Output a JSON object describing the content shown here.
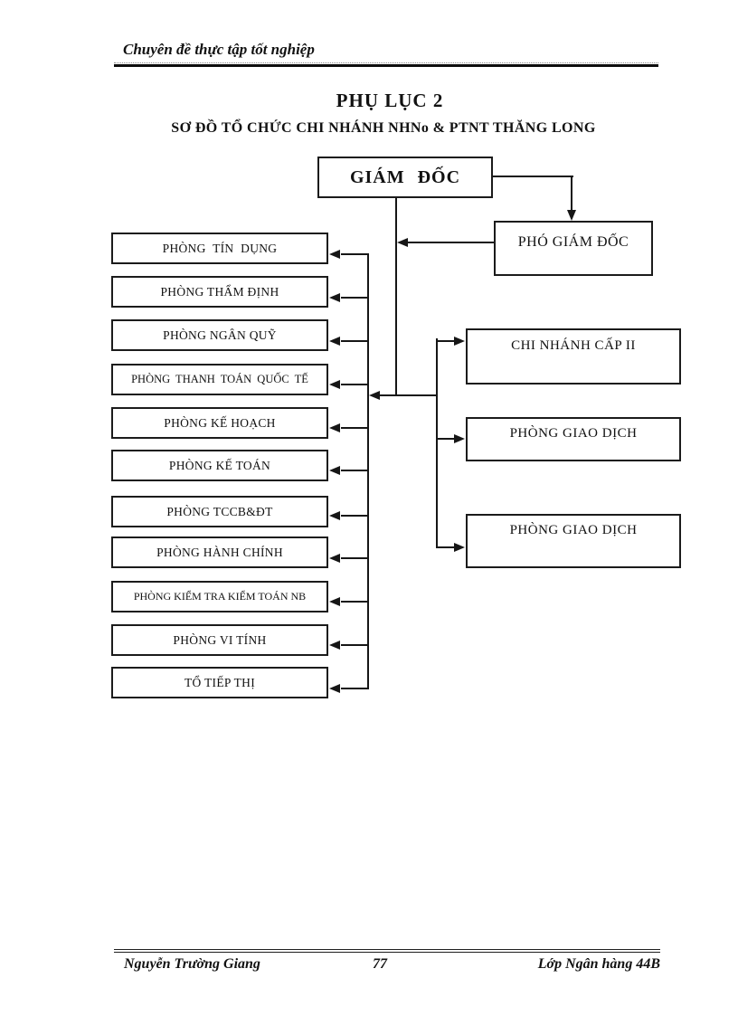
{
  "page": {
    "header": {
      "text": "Chuyên đề thực tập tốt nghiệp"
    },
    "title": "PHỤ LỤC 2",
    "subtitle": "SƠ ĐỒ TỔ CHỨC CHI NHÁNH NHNo & PTNT THĂNG LONG",
    "footer": {
      "author": "Nguyễn Trường Giang",
      "page_number": "77",
      "class_name": "Lớp Ngân hàng 44B"
    }
  },
  "diagram": {
    "director": "GIÁM ĐỐC",
    "deputy_director": "PHÓ GIÁM ĐỐC",
    "left_boxes": [
      "PHÒNG TÍN DỤNG",
      "PHÒNG THẨM ĐỊNH",
      "PHÒNG NGÂN QUỸ",
      "PHÒNG THANH TOÁN QUỐC TẾ",
      "PHÒNG KẾ HOẠCH",
      "PHÒNG KẾ TOÁN",
      "PHÒNG TCCB&ĐT",
      "PHÒNG HÀNH CHÍNH",
      "PHÒNG KIỂM TRA KIỂM TOÁN NB",
      "PHÒNG VI TÍNH",
      "TỔ TIẾP THỊ"
    ],
    "right_boxes": [
      "CHI NHÁNH CẤP II",
      "PHÒNG GIAO DỊCH",
      "PHÒNG GIAO DỊCH"
    ],
    "line_color": "#161616"
  }
}
